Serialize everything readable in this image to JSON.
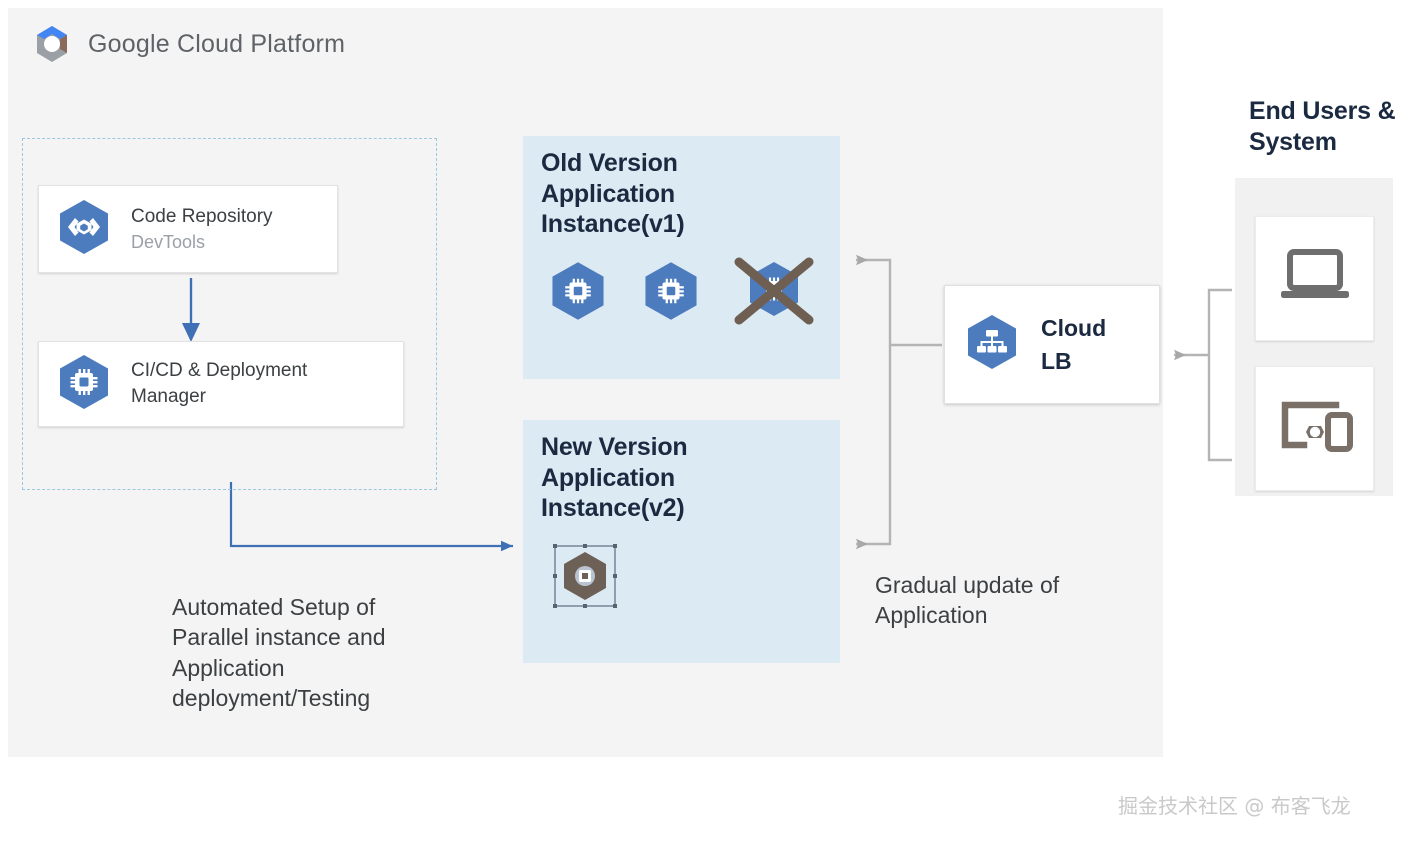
{
  "brand": {
    "logo_icon": "gcp-hexagon-logo-icon",
    "title": "Google Cloud Platform",
    "canvas_color": "#f4f4f4"
  },
  "pipeline_group": {
    "border_color": "#9cc7e0",
    "cards": [
      {
        "icon": "code-repository-hexagon-icon",
        "title": "Code Repository",
        "subtitle": "DevTools"
      },
      {
        "icon": "deployment-chip-hexagon-icon",
        "title": "CI/CD & Deployment\nManager",
        "subtitle": ""
      }
    ]
  },
  "old_version": {
    "title": "Old Version\nApplication\nInstance(v1)",
    "background": "#dceaf3",
    "instances": [
      {
        "icon": "vm-chip-hexagon-icon",
        "state": "active"
      },
      {
        "icon": "vm-chip-hexagon-icon",
        "state": "active"
      },
      {
        "icon": "vm-chip-hexagon-icon",
        "state": "terminated"
      }
    ]
  },
  "new_version": {
    "title": "New Version\nApplication\nInstance(v2)",
    "background": "#dceaf3",
    "instances": [
      {
        "icon": "vm-chip-hexagon-icon",
        "state": "selected"
      }
    ]
  },
  "cloud_lb": {
    "icon": "load-balancer-hexagon-icon",
    "line1": "Cloud",
    "line2": "LB"
  },
  "end_users": {
    "title": "End Users &\nSystem",
    "devices": [
      {
        "icon": "laptop-icon",
        "name": "laptop"
      },
      {
        "icon": "devices-icon",
        "name": "monitor-watch-phone"
      }
    ]
  },
  "captions": {
    "automated": "Automated Setup of\nParallel instance and\nApplication\ndeployment/Testing",
    "gradual": "Gradual  update  of\nApplication"
  },
  "watermark": {
    "text": "掘金技术社区 @ 布客飞龙"
  },
  "colors": {
    "hexagon_blue": "#4d7cbe",
    "terminated_x": "#6f5f52",
    "selected_hexagon": "#6d6057",
    "connector_gray": "#b0b0b0",
    "connector_blue": "#3f6fb5",
    "title_navy": "#1b2a41"
  }
}
